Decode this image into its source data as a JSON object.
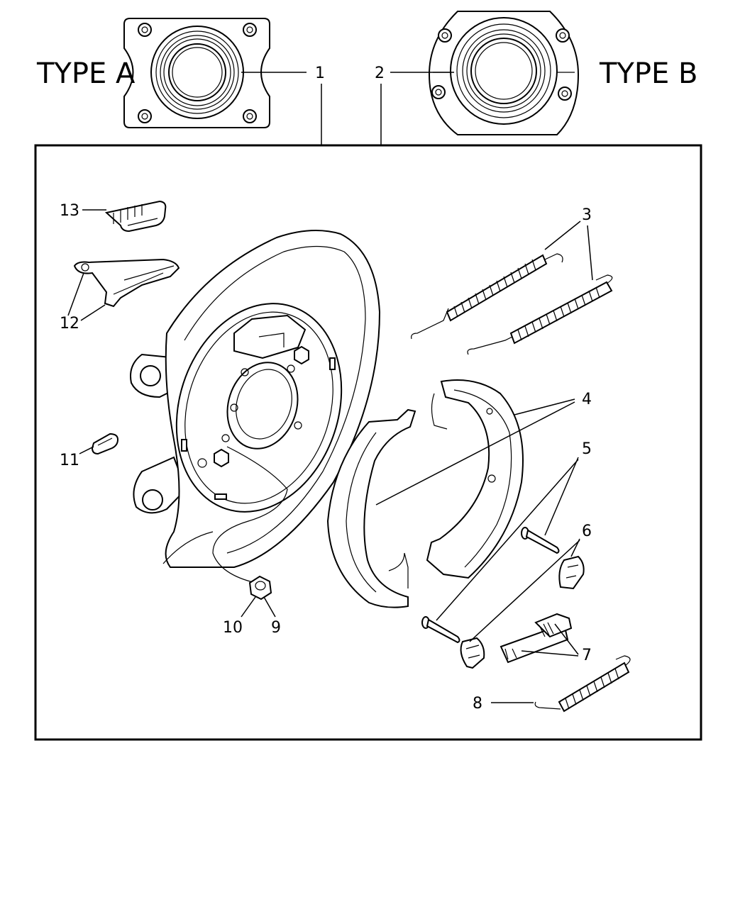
{
  "type_labels": {
    "a": "TYPE A",
    "b": "TYPE B"
  },
  "callouts": {
    "c1": "1",
    "c2": "2",
    "c3": "3",
    "c4": "4",
    "c5": "5",
    "c6": "6",
    "c7": "7",
    "c8": "8",
    "c9": "9",
    "c10": "10",
    "c11": "11",
    "c12": "12",
    "c13": "13"
  }
}
